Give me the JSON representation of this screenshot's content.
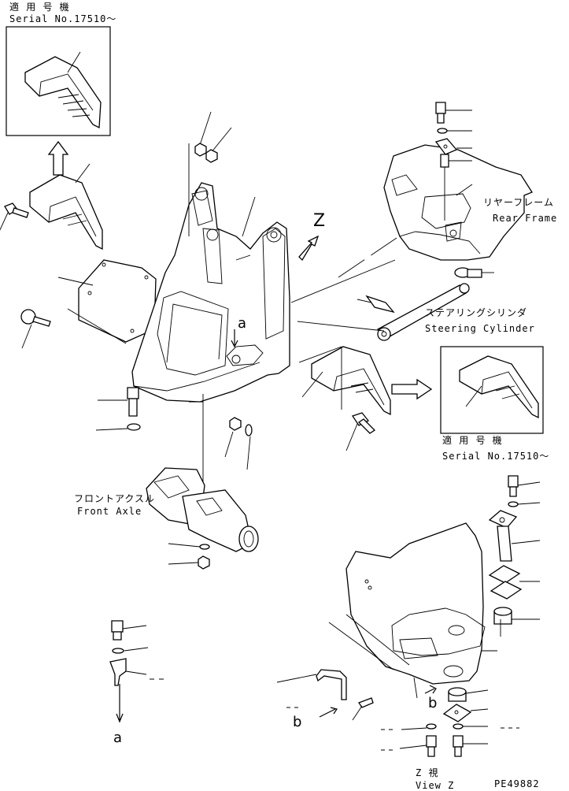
{
  "labels": {
    "applicable_model_top": "適 用 号 機",
    "serial_top": "Serial No.17510～",
    "applicable_model_mid": "適 用 号 機",
    "serial_mid": "Serial No.17510～",
    "rear_frame_jp": "リヤーフレーム",
    "rear_frame_en": "Rear Frame",
    "steering_cylinder_jp": "ステアリングシリンダ",
    "steering_cylinder_en": "Steering Cylinder",
    "front_axle_jp": "フロントアクスル",
    "front_axle_en": "Front Axle",
    "view_z_jp": "Z 視",
    "view_z_en": "View Z",
    "z_marker": "Z",
    "a_marker_main": "a",
    "a_marker_bottom": "a",
    "b_marker_left": "b",
    "b_marker_right": "b",
    "drawing_code": "PE49882"
  }
}
